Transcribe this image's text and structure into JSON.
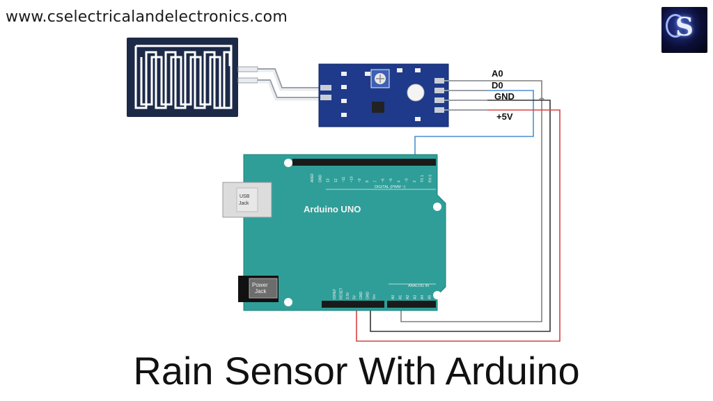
{
  "header": {
    "url": "www.cselectricalandelectronics.com"
  },
  "logo": {
    "letter": "S"
  },
  "module": {
    "pins": [
      "A0",
      "D0",
      "GND",
      "+5V"
    ]
  },
  "arduino": {
    "title": "Arduino UNO",
    "usb_label_1": "USB",
    "usb_label_2": "Jack",
    "power_label_1": "Power",
    "power_label_2": "Jack",
    "digital_header": "DIGITAL (PWM ~)",
    "analog_header": "ANALOG IN",
    "top_pins": [
      "AREF",
      "GND",
      "13",
      "12",
      "~11",
      "~10",
      "~9",
      "8",
      "7",
      "~6",
      "~5",
      "4",
      "~3",
      "2",
      "TX 1",
      "RX 0"
    ],
    "power_pins": [
      "IOREF",
      "RESET",
      "3.3V",
      "5V",
      "GND",
      "GND",
      "Vin"
    ],
    "analog_pins": [
      "A0",
      "A1",
      "A2",
      "A3",
      "A4",
      "A5"
    ]
  },
  "colors": {
    "board": "#2f9e98",
    "module": "#1f3a8a",
    "sensor": "#1c2a48",
    "wire_a0": "#7f7f7f",
    "wire_d0": "#4a8fd0",
    "wire_gnd": "#333333",
    "wire_5v": "#d94040"
  },
  "caption": "Rain Sensor With Arduino"
}
